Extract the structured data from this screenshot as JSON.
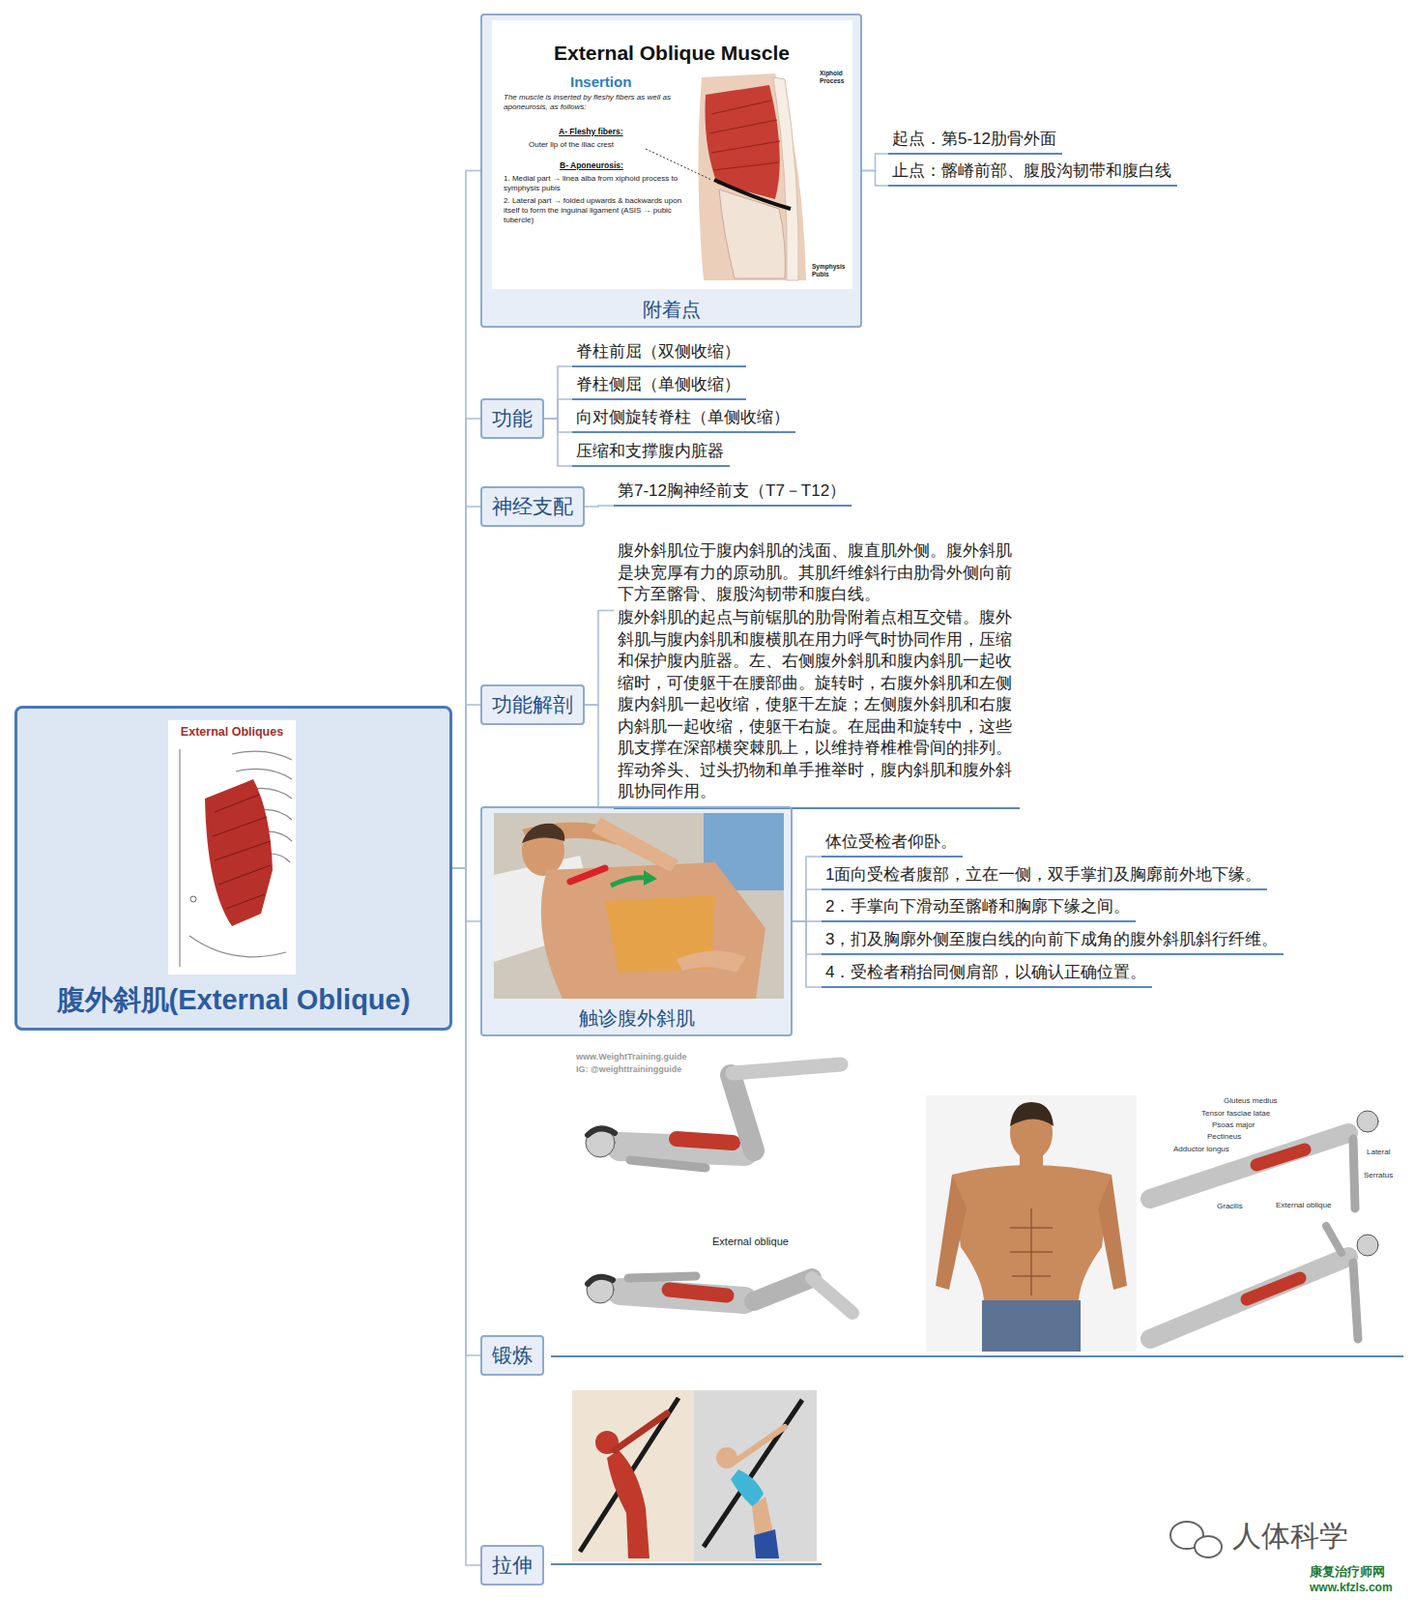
{
  "diagram": {
    "nodes": [
      {
        "text": [
          "腹外斜肌(External Oblique)"
        ]
      },
      {
        "text": [
          "附着点"
        ]
      },
      {
        "text": [
          "起点．第5-12肋骨外面"
        ]
      },
      {
        "text": [
          "止点：髂嵴前部、腹股沟韧带和腹白线"
        ]
      },
      {
        "text": [
          "功能"
        ]
      },
      {
        "text": [
          "脊柱前屈（双侧收缩）"
        ]
      },
      {
        "text": [
          "脊柱侧屈（单侧收缩）"
        ]
      },
      {
        "text": [
          "向对侧旋转脊柱（单侧收缩）"
        ]
      },
      {
        "text": [
          "压缩和支撑腹内脏器"
        ]
      },
      {
        "text": [
          "神经支配"
        ]
      },
      {
        "text": [
          "第7-12胸神经前支（T7－T12）"
        ]
      },
      {
        "text": [
          "功能解剖"
        ]
      },
      {
        "text": [
          "腹外斜肌位于腹内斜肌的浅面、腹直肌外侧。腹外斜肌是块宽厚有力的原动肌。其肌纤维斜行由肋骨外侧向前下方至髂骨、腹股沟韧带和腹白线。"
        ]
      },
      {
        "text": [
          "腹外斜肌的起点与前锯肌的肋骨附着点相互交错。腹外斜肌与腹内斜肌和腹横肌在用力呼气时协同作用，压缩和保护腹内脏器。左、右侧腹外斜肌和腹内斜肌一起收缩时，可使躯干在腰部曲。旋转时，右腹外斜肌和左侧腹内斜肌一起收缩，使躯干左旋；左侧腹外斜肌和右腹内斜肌一起收缩，使躯干右旋。在屈曲和旋转中，这些肌支撑在深部横突棘肌上，以维持脊椎椎骨间的排列。挥动斧头、过头扔物和单手推举时，腹内斜肌和腹外斜肌协同作用。"
        ]
      },
      {
        "text": [
          "触诊腹外斜肌"
        ]
      },
      {
        "text": [
          "体位受检者仰卧。"
        ]
      },
      {
        "text": [
          "1面向受检者腹部，立在一侧，双手掌扪及胸廓前外地下缘。"
        ]
      },
      {
        "text": [
          "2．手掌向下滑动至髂嵴和胸廓下缘之间。"
        ]
      },
      {
        "text": [
          "3，扪及胸廓外侧至腹白线的向前下成角的腹外斜肌斜行纤维。"
        ]
      },
      {
        "text": [
          "4．受检者稍抬同侧肩部，以确认正确位置。"
        ]
      },
      {
        "text": [
          "锻炼"
        ]
      },
      {
        "text": [
          "拉伸"
        ]
      }
    ],
    "edges": [
      {
        "from": 0,
        "to": 1,
        "arrow": "none"
      },
      {
        "from": 0,
        "to": 4,
        "arrow": "none"
      },
      {
        "from": 0,
        "to": 9,
        "arrow": "none"
      },
      {
        "from": 0,
        "to": 11,
        "arrow": "none"
      },
      {
        "from": 0,
        "to": 14,
        "arrow": "none"
      },
      {
        "from": 0,
        "to": 20,
        "arrow": "none"
      },
      {
        "from": 0,
        "to": 21,
        "arrow": "none"
      },
      {
        "from": 1,
        "to": 2,
        "arrow": "none"
      },
      {
        "from": 1,
        "to": 3,
        "arrow": "none"
      },
      {
        "from": 4,
        "to": 5,
        "arrow": "none"
      },
      {
        "from": 4,
        "to": 6,
        "arrow": "none"
      },
      {
        "from": 4,
        "to": 7,
        "arrow": "none"
      },
      {
        "from": 4,
        "to": 8,
        "arrow": "none"
      },
      {
        "from": 9,
        "to": 10,
        "arrow": "none"
      },
      {
        "from": 11,
        "to": 12,
        "arrow": "none"
      },
      {
        "from": 11,
        "to": 13,
        "arrow": "none"
      },
      {
        "from": 14,
        "to": 15,
        "arrow": "none"
      },
      {
        "from": 14,
        "to": 16,
        "arrow": "none"
      },
      {
        "from": 14,
        "to": 17,
        "arrow": "none"
      },
      {
        "from": 14,
        "to": 18,
        "arrow": "none"
      },
      {
        "from": 14,
        "to": 19,
        "arrow": "none"
      }
    ],
    "labels": [
      "External Oblique Muscle",
      "Insertion",
      "The muscle is inserted by fleshy fibers as well as aponeurosis, as follows:",
      "A- Fleshy fibers:",
      "Outer lip of the iliac crest",
      "B- Aponeurosis:",
      "1. Medial part → linea alba from xiphoid process to symphysis pubis",
      "2. Lateral part → folded upwards & backwards upon itself to form the inguinal ligament (ASIS → pubic tubercle)",
      "Xiphoid Process",
      "Symphysis Pubis",
      "External Obliques",
      "www.WeightTraining.guide",
      "IG: @weighttrainingguide",
      "External oblique",
      "Gluteus medius",
      "Tensor fasciae latae",
      "Psoas major",
      "Pectineus",
      "Adductor longus",
      "Gracilis",
      "External oblique",
      "Lateral",
      "Serratus",
      "人体科学",
      "康复治疗师网",
      "www.kfzls.com"
    ]
  }
}
